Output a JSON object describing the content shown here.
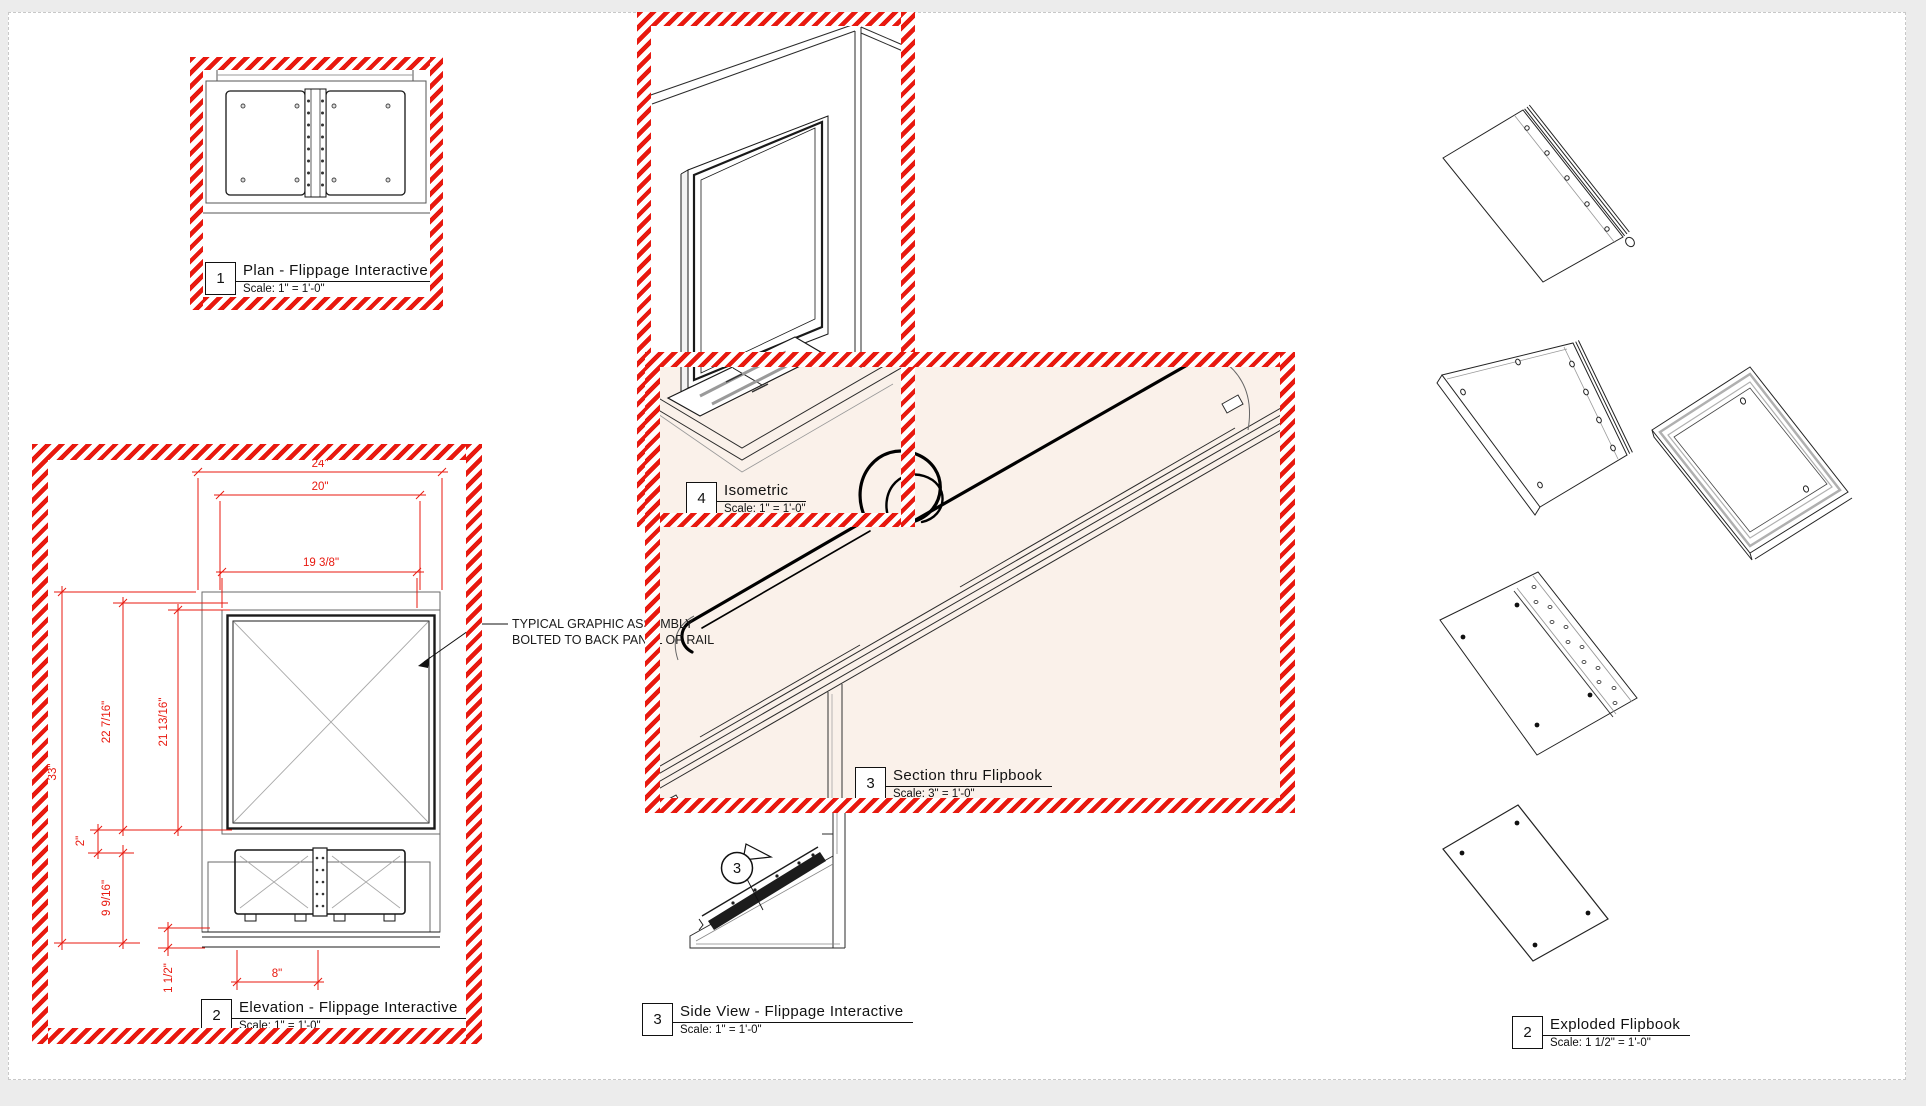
{
  "colors": {
    "hatch_red": "#e8190f",
    "dim_red": "#e8190f",
    "section_fill": "#faf1ea",
    "line_dark": "#1c1c1c",
    "line_gray": "#8a8a8a",
    "paper": "#ffffff",
    "background": "#ececec"
  },
  "views": {
    "plan": {
      "number": "1",
      "title": "Plan - Flippage Interactive",
      "scale": "Scale: 1\" = 1'-0\""
    },
    "elevation": {
      "number": "2",
      "title": "Elevation - Flippage Interactive",
      "scale": "Scale: 1\" = 1'-0\""
    },
    "section": {
      "number": "3",
      "title": "Section thru Flipbook",
      "scale": "Scale: 3\" = 1'-0\""
    },
    "isometric": {
      "number": "4",
      "title": "Isometric",
      "scale": "Scale: 1\" = 1'-0\""
    },
    "side_view": {
      "number": "3",
      "title": "Side View - Flippage Interactive",
      "scale": "Scale: 1\" = 1'-0\""
    },
    "exploded": {
      "number": "2",
      "title": "Exploded Flipbook",
      "scale": "Scale: 1 1/2\" = 1'-0\""
    }
  },
  "annotations": {
    "note_line1": "TYPICAL GRAPHIC ASSEMBLY",
    "note_line2": "BOLTED TO BACK PANEL OF RAIL",
    "detail_callout": "3"
  },
  "dimensions": {
    "elevation": {
      "overall_width": "24\"",
      "frame_width": "20\"",
      "graphic_width": "19 3/8\"",
      "overall_height": "33\"",
      "frame_height": "22 7/16\"",
      "graphic_height": "21 13/16\"",
      "gap": "2\"",
      "rail_height": "9 9/16\"",
      "base_height": "1 1/2\"",
      "book_width": "8\""
    }
  }
}
